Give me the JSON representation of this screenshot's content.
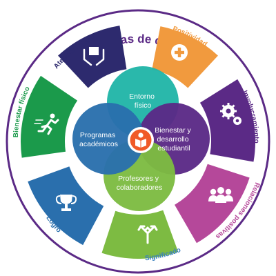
{
  "ring": {
    "title": "Fortalezas de carácter",
    "color": "#5b2a86"
  },
  "segments": [
    {
      "id": "atencion",
      "label": "Atención plena",
      "color": "#2d2a6e",
      "label_color": "#2d2a6e",
      "icon": "hands-holding-box-icon"
    },
    {
      "id": "positividad",
      "label": "Positividad",
      "color": "#f19a3e",
      "label_color": "#f19a3e",
      "icon": "plus-icon"
    },
    {
      "id": "involucramiento",
      "label": "Involucramiento",
      "color": "#5b2a86",
      "label_color": "#5b2a86",
      "icon": "gears-icon"
    },
    {
      "id": "relaciones",
      "label": "Relaciones positivas",
      "color": "#b5489a",
      "label_color": "#b5489a",
      "icon": "group-icon"
    },
    {
      "id": "significado",
      "label": "Significado",
      "color": "#7dbb42",
      "label_color": "#3a7fbf",
      "icon": "arrows-icon"
    },
    {
      "id": "logro",
      "label": "Logro",
      "color": "#2a6fad",
      "label_color": "#2a6fad",
      "icon": "trophy-icon"
    },
    {
      "id": "bienestar_fisico",
      "label": "Bienestar físico",
      "color": "#1b9a4b",
      "label_color": "#1b9a4b",
      "icon": "runner-icon"
    }
  ],
  "center": {
    "petals": [
      {
        "id": "entorno",
        "lines": [
          "Entorno",
          "físico"
        ],
        "color": "#21b5a8"
      },
      {
        "id": "bienestar",
        "lines": [
          "Bienestar y",
          "desarrollo",
          "estudiantil"
        ],
        "color": "#5b2a86"
      },
      {
        "id": "profesores",
        "lines": [
          "Profesores y",
          "colaboradores"
        ],
        "color": "#7dbb42"
      },
      {
        "id": "programas",
        "lines": [
          "Programas",
          "académicos"
        ],
        "color": "#2a6fad"
      }
    ],
    "hub_color": "#f05a28",
    "hub_icon": "student-reading-icon"
  }
}
